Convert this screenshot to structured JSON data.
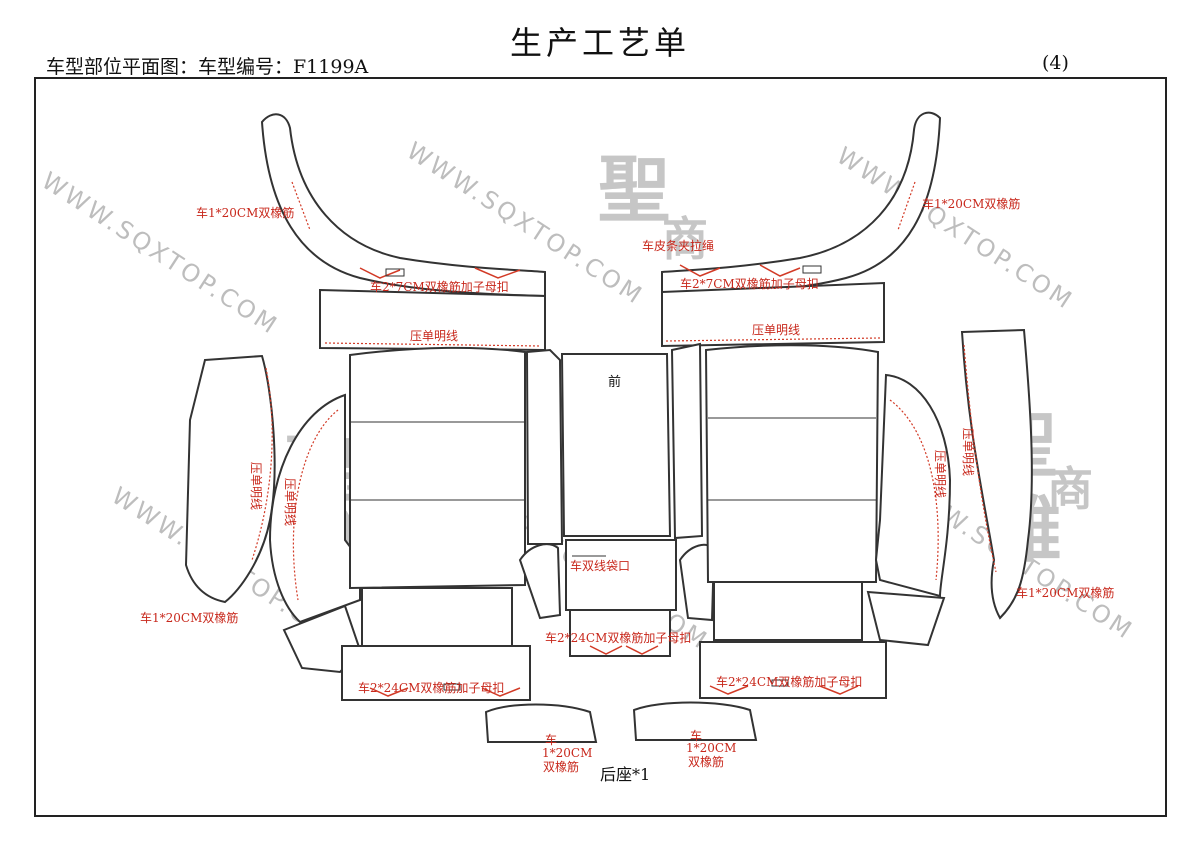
{
  "header": {
    "title": "生产工艺单",
    "subtitle": "车型部位平面图：车型编号：F1199A",
    "page_number": "(4)"
  },
  "watermarks": {
    "url": "WWW.SQXTOP.COM",
    "logo_big": "聖",
    "logo_mid": "商",
    "logo_bottom": "雄"
  },
  "labels": {
    "arch_left_elastic": "车1*20CM双橡筋",
    "arch_right_elastic": "车1*20CM双橡筋",
    "leather_rope": "车皮条夹拉绳",
    "arch_left_bottom": "车2*7CM双橡筋加子母扣",
    "arch_right_bottom": "车2*7CM双橡筋加子母扣",
    "band_left_stitch": "压单明线",
    "band_right_stitch": "压单明线",
    "front": "前",
    "side_left_stitch": "压单明线",
    "side_left_inner_stitch": "压单明线",
    "side_right_stitch": "压单明线",
    "side_right_inner_stitch": "压单明线",
    "left_lower_elastic": "车1*20CM双橡筋",
    "right_lower_elastic": "车1*20CM双橡筋",
    "pocket": "车双线袋口",
    "center_bottom": "车2*24CM双橡筋加子母扣",
    "bottom_left": "车2*24CM双橡筋加子母扣",
    "bottom_right": "车2*24CM双橡筋加子母扣",
    "oval_left_line1": "车",
    "oval_left_line2": "1*20CM",
    "oval_left_line3": "双橡筋",
    "oval_right_line1": "车",
    "oval_right_line2": "1*20CM",
    "oval_right_line3": "双橡筋",
    "footer": "后座*1"
  }
}
